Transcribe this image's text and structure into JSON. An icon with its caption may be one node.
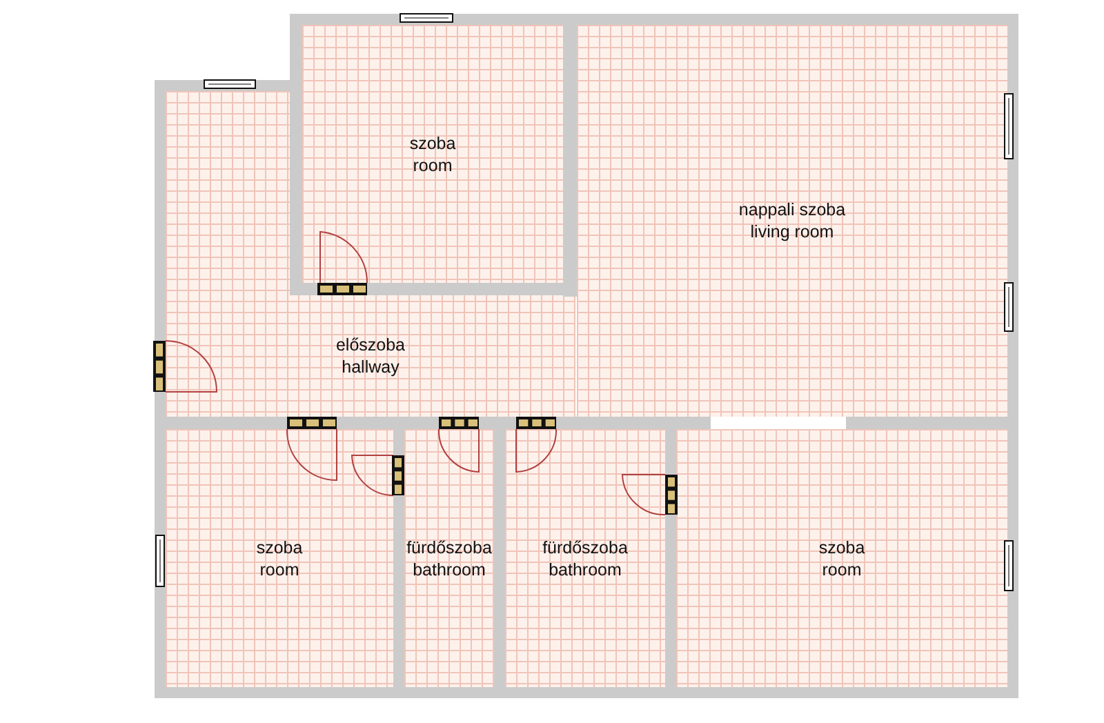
{
  "diagram": {
    "nodes": [
      {
        "text": [
          "szoba",
          "room"
        ]
      },
      {
        "text": [
          "nappali szoba",
          "living room"
        ]
      },
      {
        "text": [
          "előszoba",
          "hallway"
        ]
      },
      {
        "text": [
          "szoba",
          "room"
        ]
      },
      {
        "text": [
          "fürdőszoba",
          "bathroom"
        ]
      },
      {
        "text": [
          "fürdőszoba",
          "bathroom"
        ]
      },
      {
        "text": [
          "szoba",
          "room"
        ]
      }
    ]
  }
}
